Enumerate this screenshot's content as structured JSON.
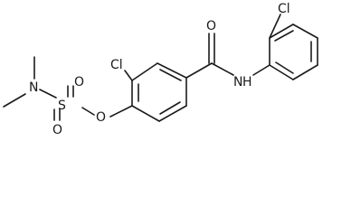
{
  "diagram": {
    "type": "chemical-structure",
    "atoms": {
      "cl_top_ring": "Cl",
      "cl_mid_ring": "Cl",
      "amide_oxygen": "O",
      "amide_nitrogen": "N",
      "amide_hydrogen": "H",
      "sulfonyl_nitrogen": "N",
      "sulfur": "S",
      "sulfonyl_oxygen_top": "O",
      "sulfonyl_oxygen_bottom": "O",
      "ester_oxygen": "O"
    },
    "colors": {
      "bond": "#1a1a1a",
      "label": "#1a1a1a",
      "background": "#ffffff"
    }
  }
}
